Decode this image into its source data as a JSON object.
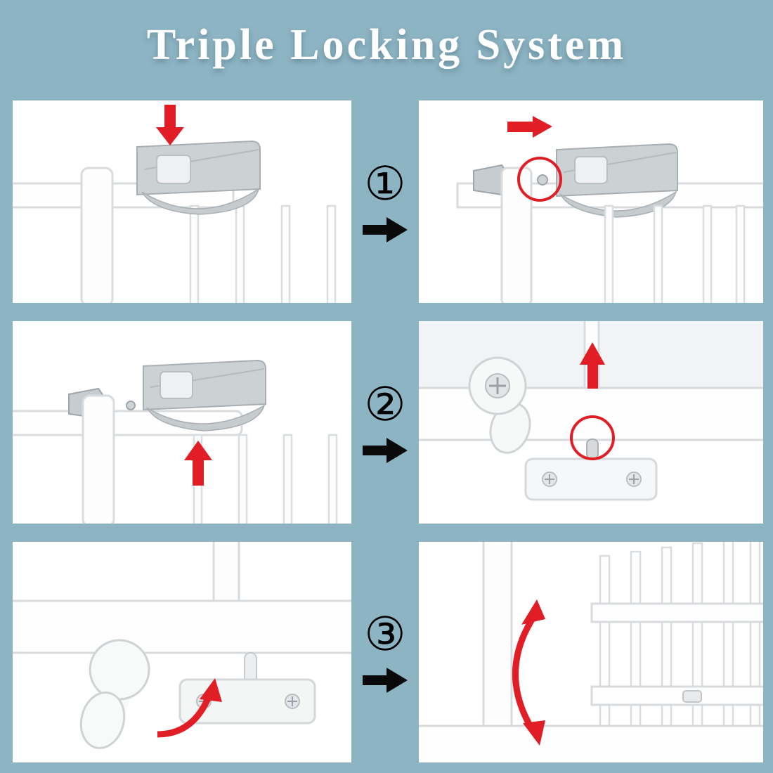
{
  "title": "Triple Locking System",
  "colors": {
    "background": "#8db4c3",
    "panel": "#ffffff",
    "accent_red": "#e11d26",
    "step_text": "#000000",
    "metal_gray": "#ccd1d4"
  },
  "steps": [
    {
      "number": "①"
    },
    {
      "number": "②"
    },
    {
      "number": "③"
    }
  ],
  "icons": {
    "step_arrow": "black-right-arrow",
    "step1_before": "red-down-arrow",
    "step1_after": "red-right-arrow-with-red-circle",
    "step2_before": "red-up-arrow",
    "step2_after": "red-up-arrow-with-red-circle",
    "step3_before": "red-curved-arrow",
    "step3_after": "red-curved-double-arrow"
  }
}
